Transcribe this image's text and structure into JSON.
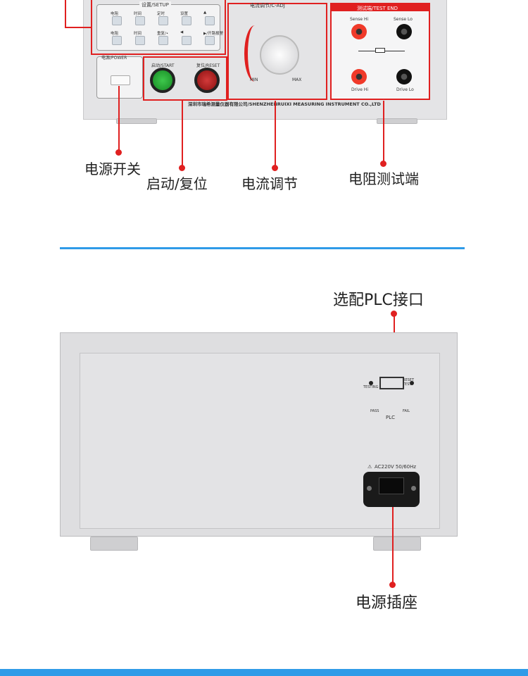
{
  "front_panel": {
    "setup_title": "设置/SETUP",
    "setup_keys_row1": [
      "电阻",
      "时间",
      "定时",
      "设置",
      "▲"
    ],
    "setup_keys_row2": [
      "电阻",
      "时间",
      "重复/•",
      "◀",
      "▶/开路报警"
    ],
    "power_title": "电源/POWER",
    "start_label": "启动/START",
    "reset_label": "复位/RESET",
    "cadj_title": "电流调节/C-ADJ",
    "knob_min": "MIN",
    "knob_max": "MAX",
    "test_end_title": "测试端/TEST END",
    "sense_hi": "Sense Hi",
    "sense_lo": "Sense Lo",
    "drive_hi": "Drive Hi",
    "drive_lo": "Drive Lo",
    "company": "深圳市瑞希测量仪器有限公司/SHENZHENRUIXI MEASURING INSTRUMENT CO.,LTD"
  },
  "callouts": {
    "power_switch": "电源开关",
    "start_reset": "启动/复位",
    "current_adjust": "电流调节",
    "resistance_terminals": "电阻测试端",
    "plc_interface": "选配PLC接口",
    "power_socket": "电源插座"
  },
  "back_panel": {
    "plc_testing": "TESTING",
    "plc_reset_test": "RESET TEST",
    "plc_pass": "PASS",
    "plc_fail": "FAIL",
    "plc_label": "PLC",
    "ac_rating": "AC220V  50/60Hz"
  },
  "colors": {
    "accent_red": "#e02020",
    "divider_blue": "#2f9be8",
    "start_green": "#1f9a2e",
    "reset_red": "#b01a1a"
  }
}
